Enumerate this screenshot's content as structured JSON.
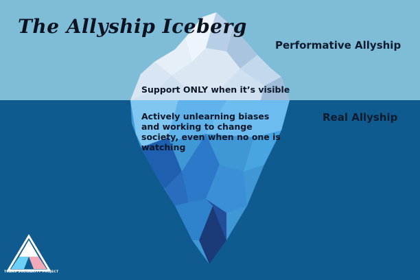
{
  "title": "The Allyship Iceberg",
  "labels": {
    "performative": "Performative Allyship",
    "real": "Real Allyship"
  },
  "iceberg_text": {
    "above_water": "Support ONLY when it’s visible",
    "below_water": "Actively unlearning biases and working to change society, even when no one is watching"
  },
  "logo": {
    "name": "TRANS SOLIDARITY PROJECT"
  },
  "colors": {
    "sky": "#7fbcd8",
    "water": "#0f5a8e",
    "ice_light": "#dde9f5",
    "ice_deep": "#1b3f8a"
  }
}
